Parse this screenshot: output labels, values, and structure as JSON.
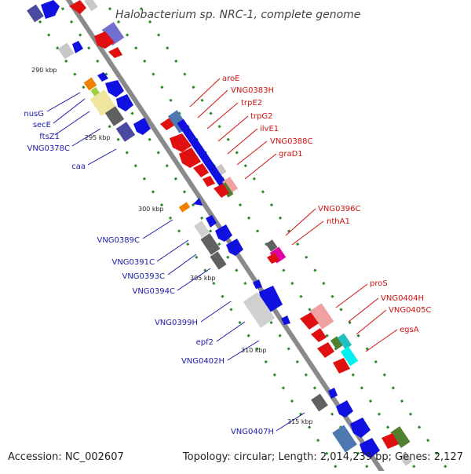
{
  "title": "Halobacterium sp. NRC-1, complete genome",
  "footer": {
    "accession": "Accession: NC_002607",
    "topology": "Topology: circular; Length: 2,014,239 bp; Genes: 2,127"
  },
  "ticks": [
    "290 kbp",
    "295 kbp",
    "300 kbp",
    "305 kbp",
    "310 kbp",
    "315 kbp"
  ],
  "labels_left": [
    "nusG",
    "secE",
    "ftsZ1",
    "VNG0378C",
    "caa",
    "VNG0389C",
    "VNG0391C",
    "VNG0393C",
    "VNG0394C",
    "VNG0399H",
    "epf2",
    "VNG0402H",
    "VNG0407H"
  ],
  "labels_right": [
    "aroE",
    "VNG0383H",
    "trpE2",
    "trpG2",
    "ilvE1",
    "VNG0388C",
    "graD1",
    "VNG0396C",
    "nthA1",
    "proS",
    "VNG0404H",
    "VNG0405C",
    "egsA"
  ],
  "colors": {
    "backbone": "#8a8a8a",
    "label_left": "#1a1aaa",
    "label_right": "#d01010",
    "tick_mark": "#2a8a2a",
    "gene_blue": "#1010e0",
    "gene_red": "#e01010"
  }
}
